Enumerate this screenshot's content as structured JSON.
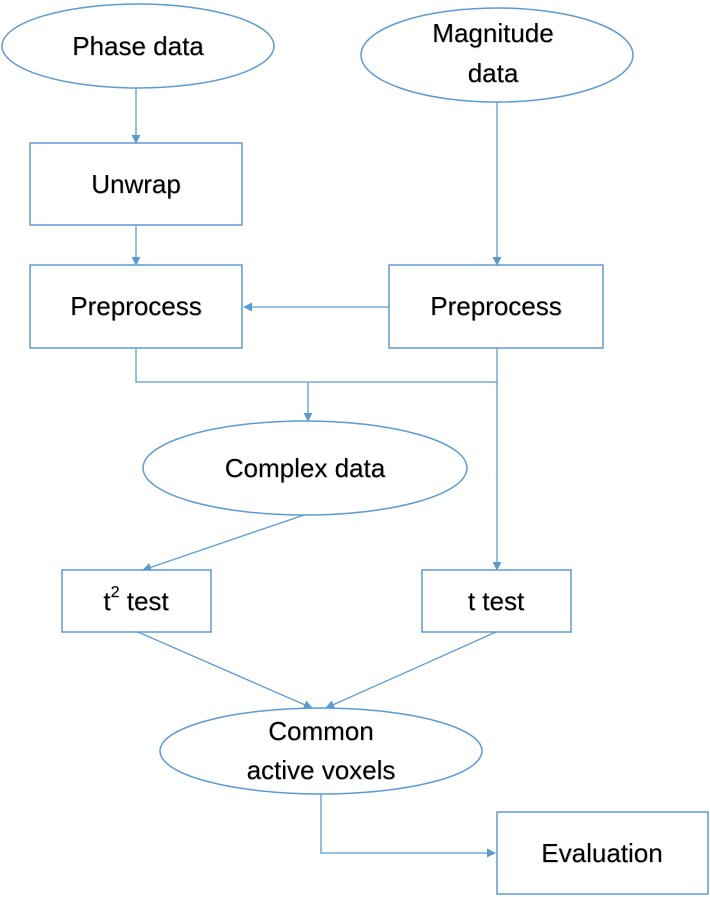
{
  "nodes": {
    "phase_data": "Phase data",
    "magnitude_data": [
      "Magnitude",
      "data"
    ],
    "unwrap": "Unwrap",
    "preprocess_left": "Preprocess",
    "preprocess_right": "Preprocess",
    "complex_data": "Complex data",
    "t2_test": {
      "base": "t",
      "sup": "2",
      "rest": " test"
    },
    "t_test": "t test",
    "common_active_voxels": [
      "Common",
      "active voxels"
    ],
    "evaluation": "Evaluation"
  },
  "colors": {
    "stroke": "#5b9bd5",
    "text": "#000000",
    "background": "#ffffff"
  }
}
